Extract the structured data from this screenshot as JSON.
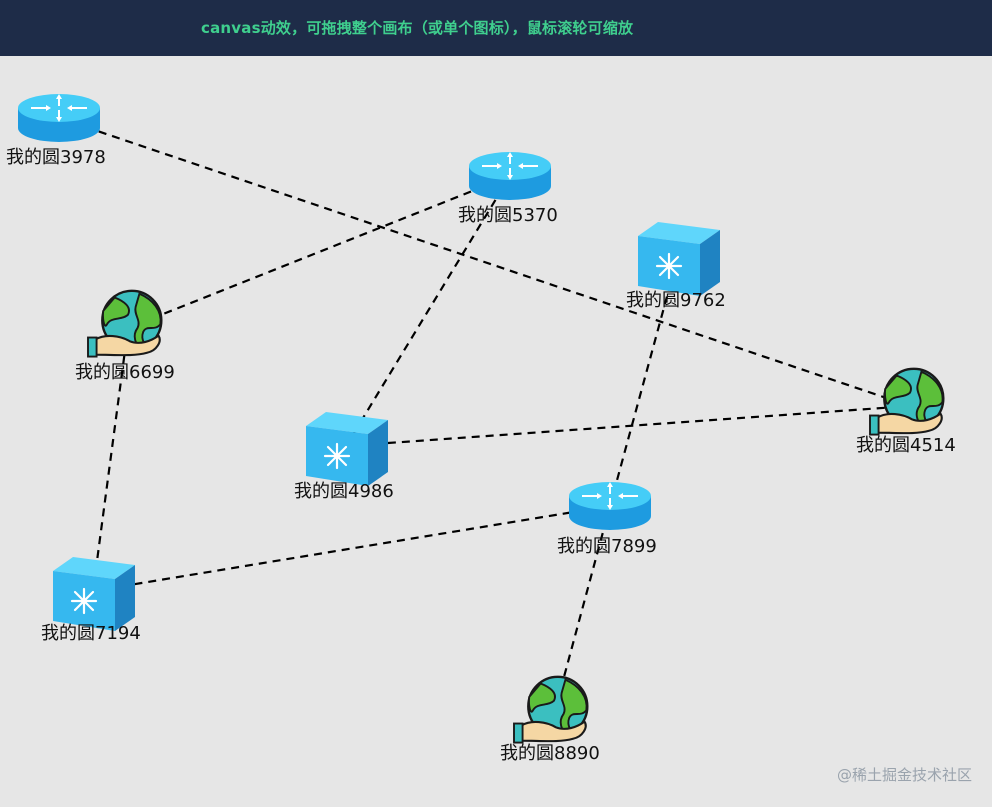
{
  "header": {
    "title": "canvas动效，可拖拽整个画布（或单个图标），鼠标滚轮可缩放"
  },
  "colors": {
    "header_bg": "#1e2c48",
    "header_text": "#3fcf8e",
    "canvas_bg": "#e6e6e6",
    "edge": "#000000",
    "device_light": "#3dc6f5",
    "device_dark": "#1e8fd3",
    "globe_ocean": "#3bbfc0",
    "globe_land": "#5cbf3a",
    "hand": "#f5d7a4"
  },
  "nodes": [
    {
      "id": "n3978",
      "label": "我的圆3978",
      "icon": "router-icon"
    },
    {
      "id": "n5370",
      "label": "我的圆5370",
      "icon": "router-icon"
    },
    {
      "id": "n9762",
      "label": "我的圆9762",
      "icon": "switch-icon"
    },
    {
      "id": "n6699",
      "label": "我的圆6699",
      "icon": "globe-hand-icon"
    },
    {
      "id": "n4514",
      "label": "我的圆4514",
      "icon": "globe-hand-icon"
    },
    {
      "id": "n4986",
      "label": "我的圆4986",
      "icon": "switch-icon"
    },
    {
      "id": "n7899",
      "label": "我的圆7899",
      "icon": "router-icon"
    },
    {
      "id": "n7194",
      "label": "我的圆7194",
      "icon": "switch-icon"
    },
    {
      "id": "n8890",
      "label": "我的圆8890",
      "icon": "globe-hand-icon"
    }
  ],
  "edges": [
    {
      "from": "n3978",
      "to": "n4514"
    },
    {
      "from": "n5370",
      "to": "n6699"
    },
    {
      "from": "n5370",
      "to": "n4986"
    },
    {
      "from": "n9762",
      "to": "n7899"
    },
    {
      "from": "n4986",
      "to": "n4514"
    },
    {
      "from": "n6699",
      "to": "n7194"
    },
    {
      "from": "n7194",
      "to": "n7899"
    },
    {
      "from": "n7899",
      "to": "n8890"
    }
  ],
  "watermark": "@稀土掘金技术社区"
}
